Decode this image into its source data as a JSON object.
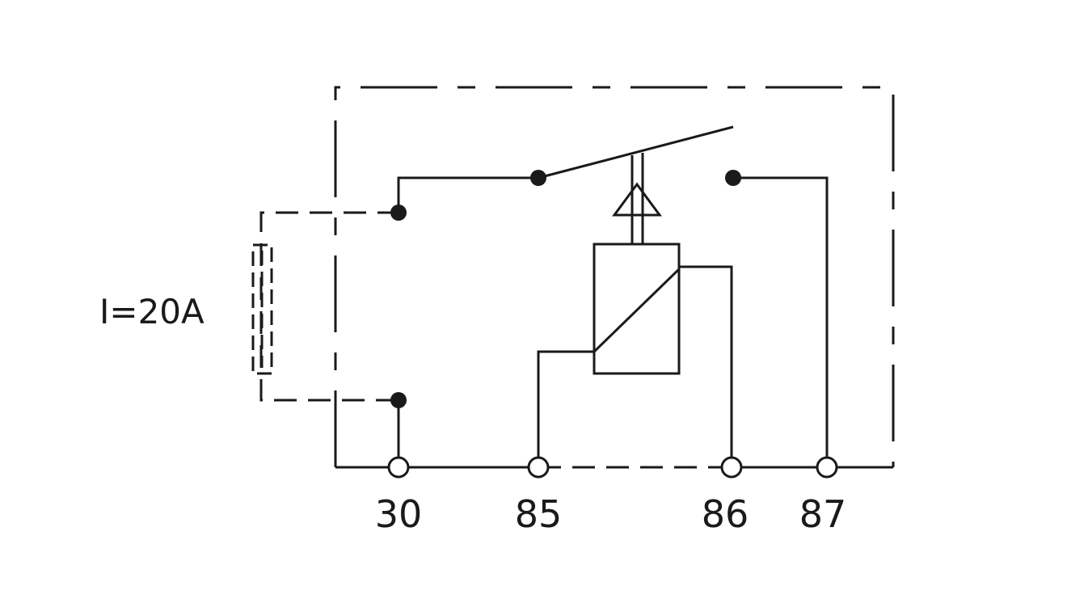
{
  "diagram": {
    "fuse_label": "I=20A",
    "terminals": [
      "30",
      "85",
      "86",
      "87"
    ],
    "colors": {
      "line": "#1a1a1a",
      "background": "#ffffff"
    }
  }
}
